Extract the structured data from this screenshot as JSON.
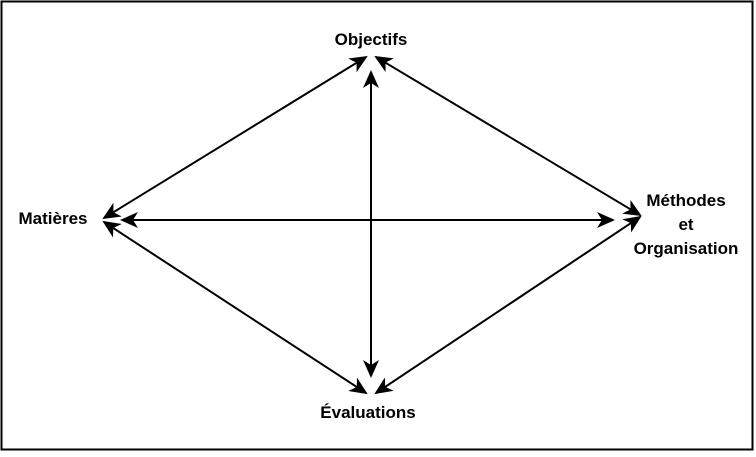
{
  "diagram": {
    "nodes": {
      "objectifs": "Objectifs",
      "matieres": "Matières",
      "methodes": [
        "Méthodes",
        "et",
        "Organisation"
      ],
      "evaluations": "Évaluations"
    },
    "edges": [
      {
        "from": "matieres",
        "to": "objectifs",
        "direction": "both"
      },
      {
        "from": "objectifs",
        "to": "methodes",
        "direction": "both"
      },
      {
        "from": "matieres",
        "to": "evaluations",
        "direction": "both"
      },
      {
        "from": "evaluations",
        "to": "methodes",
        "direction": "both"
      },
      {
        "from": "matieres",
        "to": "methodes",
        "direction": "both"
      },
      {
        "from": "objectifs",
        "to": "evaluations",
        "direction": "both"
      }
    ],
    "colors": {
      "stroke": "#000000",
      "background": "#ffffff"
    }
  }
}
